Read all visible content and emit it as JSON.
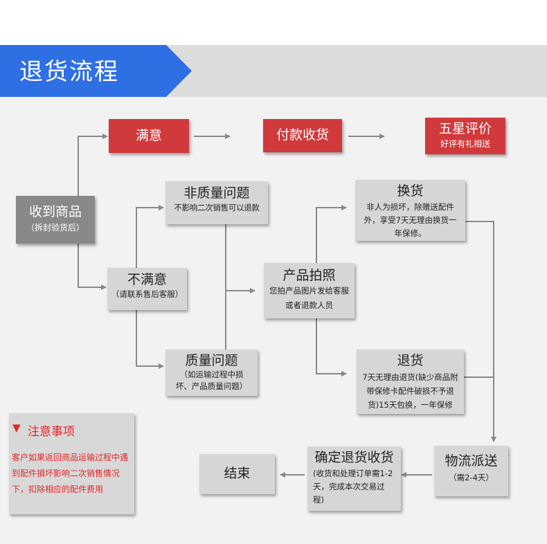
{
  "header": {
    "title": "退货流程"
  },
  "nodes": {
    "received": {
      "title": "收到商品",
      "sub": "（拆封验货后）"
    },
    "satisfied": {
      "title": "满意"
    },
    "pay": {
      "title": "付款收货"
    },
    "five_star": {
      "title": "五星评价",
      "sub": "好评有礼相送"
    },
    "non_quality": {
      "title": "非质量问题",
      "sub": "不影响二次销售可以退款"
    },
    "unsatisfied": {
      "title": "不满意",
      "sub": "（请联系售后客服）"
    },
    "quality": {
      "title": "质量问题",
      "sub": "（如运输过程中损坏、产品质量问题）"
    },
    "photo": {
      "title": "产品拍照",
      "sub": "您拍产品图片发给客服或者退款人员"
    },
    "exchange": {
      "title": "换货",
      "sub": "非人为损坏，除赠送配件外，享受7天无理由换货一年保修。"
    },
    "return": {
      "title": "退货",
      "sub": "7天无理由退货(缺少商品附带保修卡配件破损不予退货)15天包换，一年保修"
    },
    "logistics": {
      "title": "物流派送",
      "sub": "（需2-4天）"
    },
    "confirm": {
      "title": "确定退货收货",
      "sub": "(收货和处理订单需1-2天，完成本次交易过程)"
    },
    "end": {
      "title": "结束"
    }
  },
  "note": {
    "icon": "down-triangle-icon",
    "title": "注意事项",
    "body": "客户如果返回商品运输过程中遇到配件損坏影响二次销售情况下，扣除相应的配件费用"
  },
  "colors": {
    "red": "#d03a3d",
    "gray": "#d6d6d6",
    "dark": "#888888",
    "accent": "#2f6fe4",
    "warn": "#e0282c"
  }
}
